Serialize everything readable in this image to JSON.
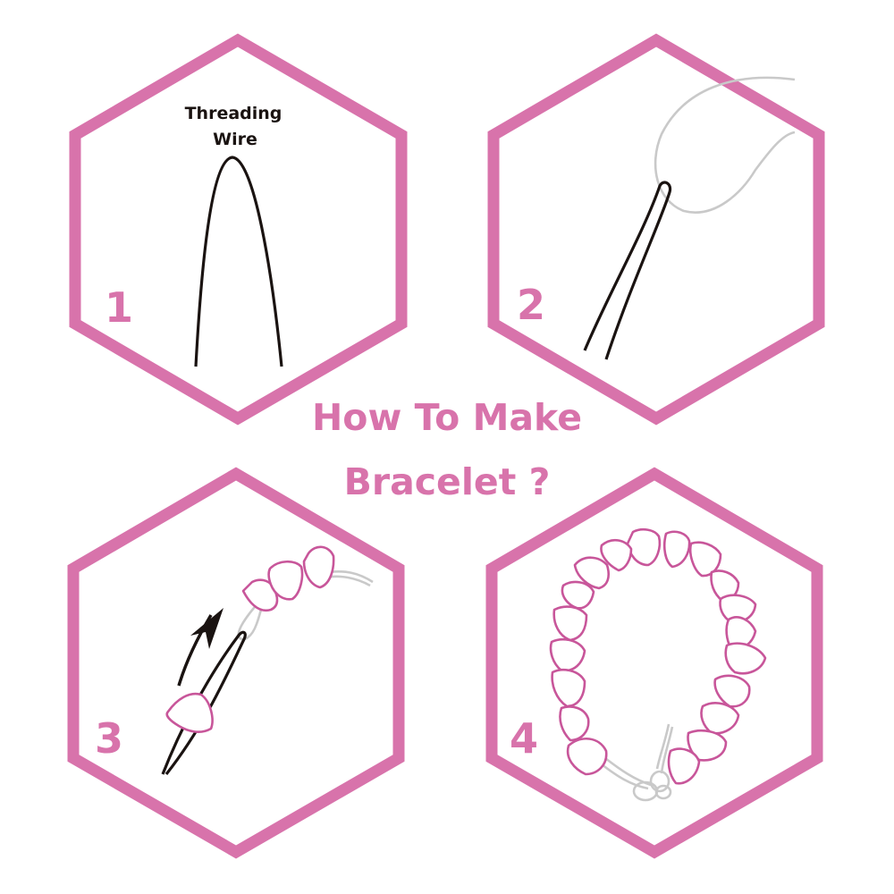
{
  "title": {
    "line1": "How To Make",
    "line2": "Bracelet ?"
  },
  "colors": {
    "accent": "#d873ab",
    "bead_outline": "#c8569a",
    "wire": "#1a1311",
    "thread": "#c9c9c9",
    "background": "#ffffff"
  },
  "steps": [
    {
      "number": "1",
      "label_line1": "Threading",
      "label_line2": "Wire",
      "depicts": "threading-wire"
    },
    {
      "number": "2",
      "depicts": "thread-through-wire-loop"
    },
    {
      "number": "3",
      "depicts": "slide-beads-onto-thread"
    },
    {
      "number": "4",
      "depicts": "tie-knot-finished-bracelet"
    }
  ]
}
